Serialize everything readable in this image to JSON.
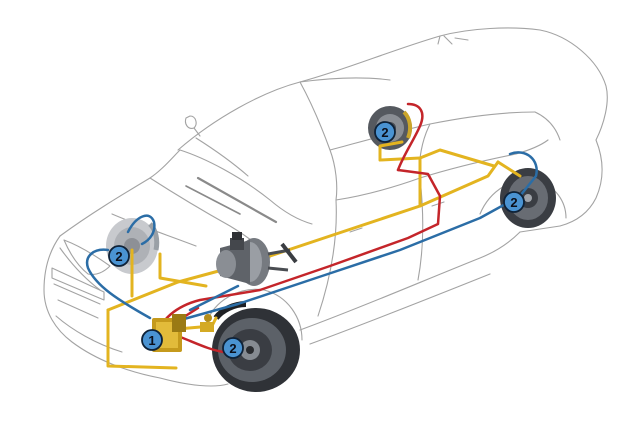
{
  "diagram": {
    "callouts": [
      {
        "id": "callout-1",
        "label": "1"
      },
      {
        "id": "callout-2-front-left",
        "label": "2"
      },
      {
        "id": "callout-2-front-right",
        "label": "2"
      },
      {
        "id": "callout-2-rear-right",
        "label": "2"
      },
      {
        "id": "callout-2-rear-left",
        "label": "2"
      }
    ],
    "colors": {
      "outline": "#9a9a9a",
      "yellow_line": "#e8b81c",
      "red_line": "#c0282c",
      "blue_line": "#2c6fa8",
      "disc_dark": "#3b3e44",
      "disc_mid": "#6d7178",
      "badge_fill": "#4a93d2",
      "badge_ring": "#0e2238"
    },
    "icons": [
      "car-outline",
      "brake-disc",
      "brake-booster",
      "abs-unit"
    ]
  }
}
